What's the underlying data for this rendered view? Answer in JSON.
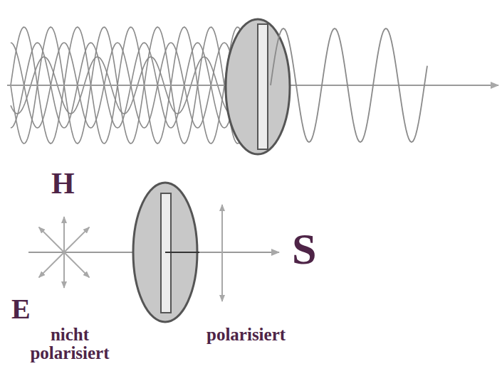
{
  "diagram": {
    "labels": [
      "H",
      "E",
      "S",
      "nicht polarisiert",
      "polarisiert"
    ]
  }
}
